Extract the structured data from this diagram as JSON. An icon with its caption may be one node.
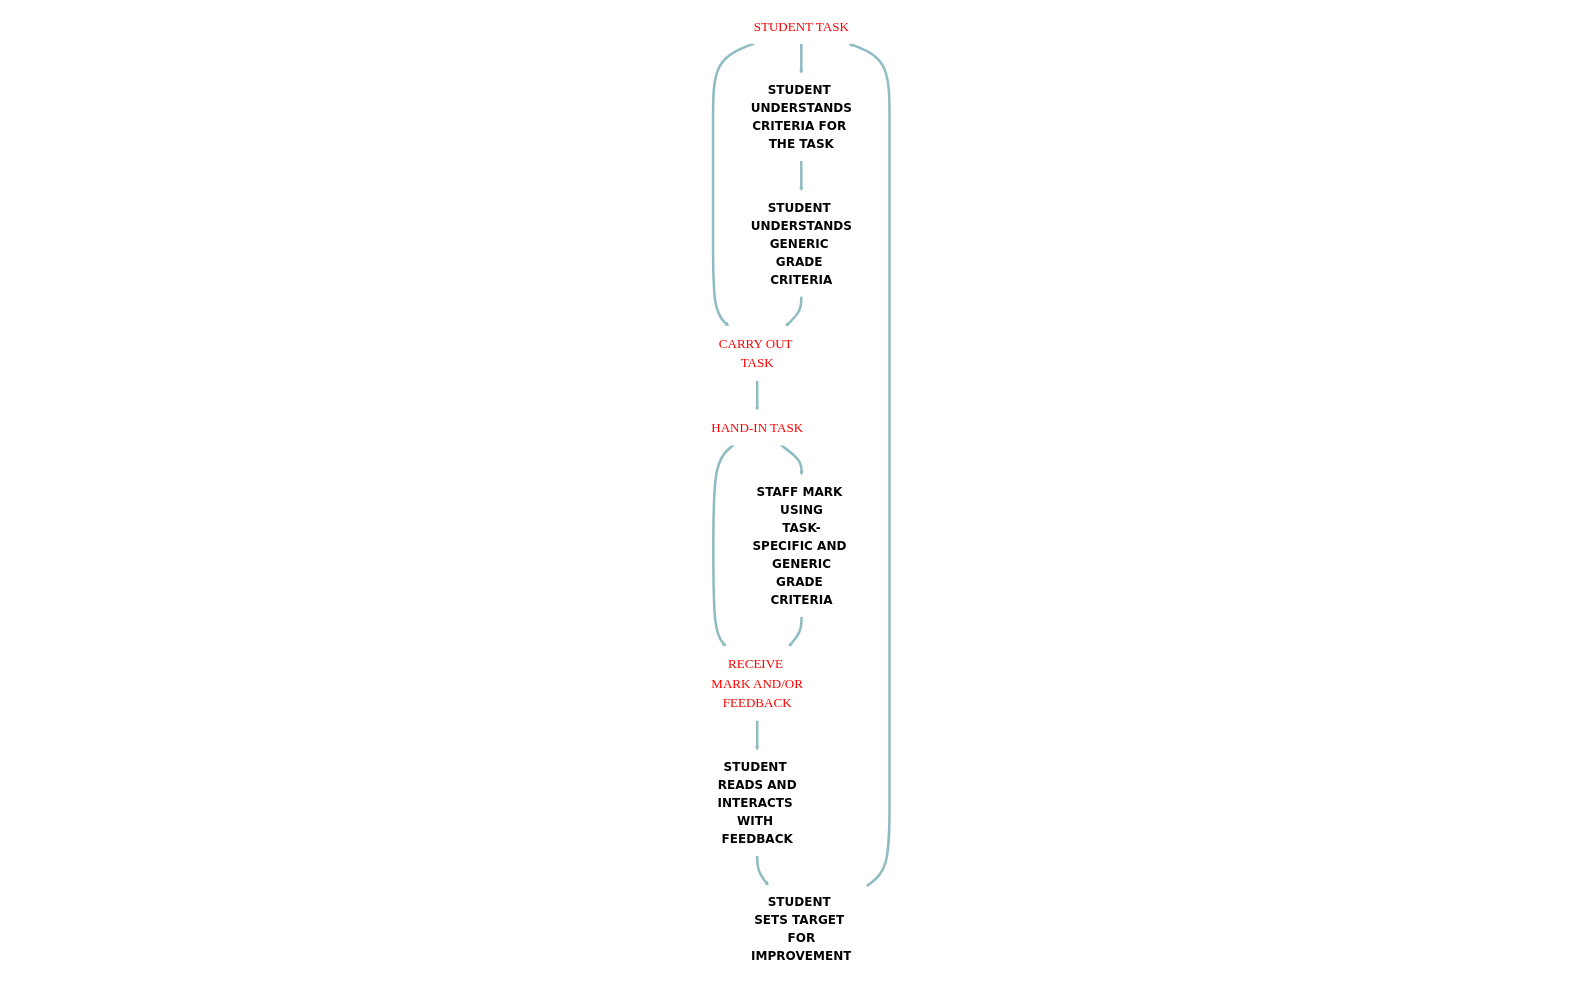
{
  "diagram": {
    "nodes": [
      {
        "text": [
          "STUDENT TASK"
        ]
      },
      {
        "text": [
          "STUDENT UNDERSTANDS CRITERIA FOR THE TASK"
        ]
      },
      {
        "text": [
          "STUDENT UNDERSTANDS GENERIC GRADE CRITERIA"
        ]
      },
      {
        "text": [
          "CARRY OUT TASK"
        ]
      },
      {
        "text": [
          "HAND-IN TASK"
        ]
      },
      {
        "text": [
          "STAFF MARK USING TASK-SPECIFIC AND GENERIC GRADE CRITERIA"
        ]
      },
      {
        "text": [
          "RECEIVE MARK AND/OR FEEDBACK"
        ]
      },
      {
        "text": [
          "STUDENT READS AND INTERACTS WITH FEEDBACK"
        ]
      },
      {
        "text": [
          "STUDENT SETS TARGET FOR IMPROVEMENT"
        ]
      }
    ],
    "edges": [
      {
        "from": 0,
        "to": 1,
        "arrow": "to"
      },
      {
        "from": 0,
        "to": 3,
        "arrow": "to"
      },
      {
        "from": 1,
        "to": 2,
        "arrow": "to"
      },
      {
        "from": 2,
        "to": 3,
        "arrow": "to"
      },
      {
        "from": 3,
        "to": 4,
        "arrow": "to"
      },
      {
        "from": 4,
        "to": 5,
        "arrow": "to"
      },
      {
        "from": 4,
        "to": 6,
        "arrow": "to"
      },
      {
        "from": 5,
        "to": 6,
        "arrow": "to"
      },
      {
        "from": 6,
        "to": 7,
        "arrow": "to"
      },
      {
        "from": 7,
        "to": 8,
        "arrow": "to"
      },
      {
        "from": 8,
        "to": 0,
        "arrow": "to"
      }
    ]
  }
}
